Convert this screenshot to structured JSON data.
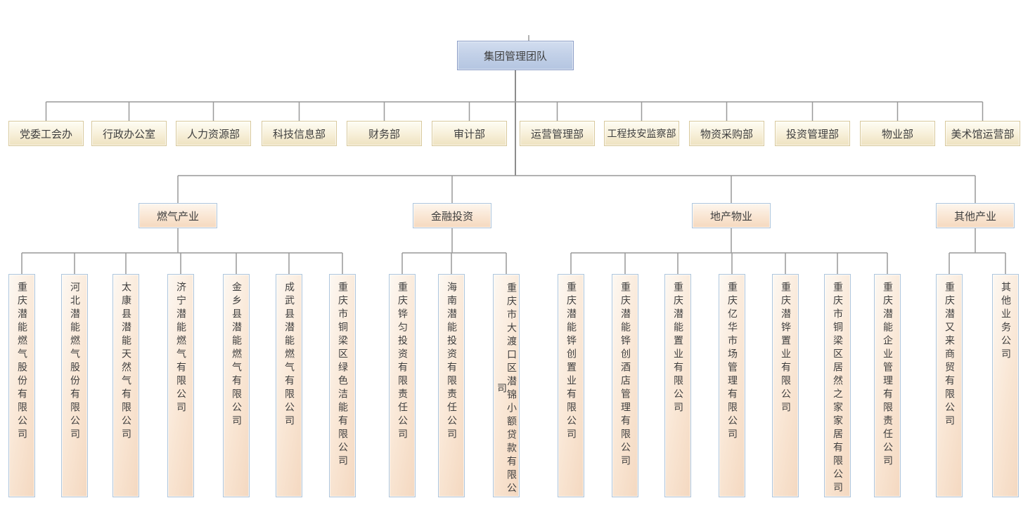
{
  "root": {
    "label": "集团管理团队"
  },
  "departments": [
    {
      "label": "党委工会办"
    },
    {
      "label": "行政办公室"
    },
    {
      "label": "人力资源部"
    },
    {
      "label": "科技信息部"
    },
    {
      "label": "财务部"
    },
    {
      "label": "审计部"
    },
    {
      "label": "运营管理部"
    },
    {
      "label": "工程技安监察部"
    },
    {
      "label": "物资采购部"
    },
    {
      "label": "投资管理部"
    },
    {
      "label": "物业部"
    },
    {
      "label": "美术馆运营部"
    }
  ],
  "groups": [
    {
      "label": "燃气产业",
      "children": [
        {
          "name": "重庆潜能燃气股份有限公司"
        },
        {
          "name": "河北潜能燃气股份有限公司"
        },
        {
          "name": "太康县潜能天然气有限公司"
        },
        {
          "name": "济宁潜能燃气有限公司"
        },
        {
          "name": "金乡县潜能燃气有限公司"
        },
        {
          "name": "成武县潜能燃气有限公司"
        },
        {
          "name": "重庆市铜梁区绿色洁能有限公司"
        }
      ]
    },
    {
      "label": "金融投资",
      "children": [
        {
          "name": "重庆铧匀投资有限责任公司"
        },
        {
          "name": "海南潜能投资有限责任公司"
        },
        {
          "name": "重庆市大渡口区潜锦小额贷款有限公司"
        }
      ]
    },
    {
      "label": "地产物业",
      "children": [
        {
          "name": "重庆潜能铧创置业有限公司"
        },
        {
          "name": "重庆潜能铧创酒店管理有限公司"
        },
        {
          "name": "重庆潜能置业有限公司"
        },
        {
          "name": "重庆亿华市场管理有限公司"
        },
        {
          "name": "重庆潜铧置业有限公司"
        },
        {
          "name": "重庆市铜梁区居然之家家居有限公司"
        },
        {
          "name": "重庆潜能企业管理有限责任公司"
        }
      ]
    },
    {
      "label": "其他产业",
      "children": [
        {
          "name": "重庆潜又来商贸有限公司"
        },
        {
          "name": "其他业务公司"
        }
      ]
    }
  ],
  "colors": {
    "root_fill": "#c3d1e8",
    "root_border": "#8b9dc7",
    "dept_fill": "#f3e9cc",
    "dept_border": "#d8c99c",
    "peach_fill": "#f8e0ca",
    "peach_border": "#aec6dd",
    "connector_line": "#999999",
    "text": "#3f3f3f",
    "background": "#ffffff"
  }
}
